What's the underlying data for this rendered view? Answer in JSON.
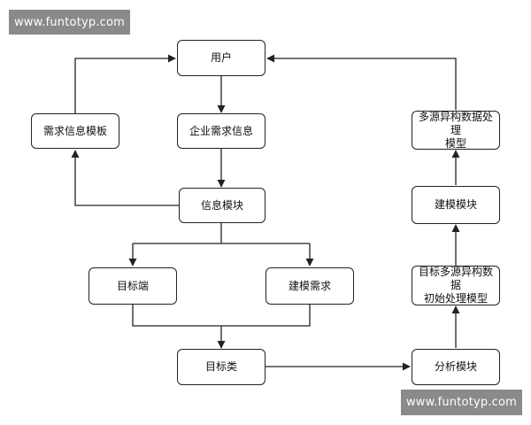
{
  "watermarks": {
    "top": "www.funtotyp.com",
    "bottom": "www.funtotyp.com"
  },
  "nodes": {
    "user": "用户",
    "enterprise_info": "企业需求信息",
    "template": "需求信息模板",
    "info_module": "信息模块",
    "target_end": "目标端",
    "model_demand": "建模需求",
    "target_class": "目标类",
    "analysis_module": "分析模块",
    "initial_model_line1": "目标多源异构数据",
    "initial_model_line2": "初始处理模型",
    "build_module": "建模模块",
    "process_model_line1": "多源异构数据处理",
    "process_model_line2": "模型"
  },
  "colors": {
    "line": "#222222",
    "watermark_bg": "#8a8a8a"
  }
}
